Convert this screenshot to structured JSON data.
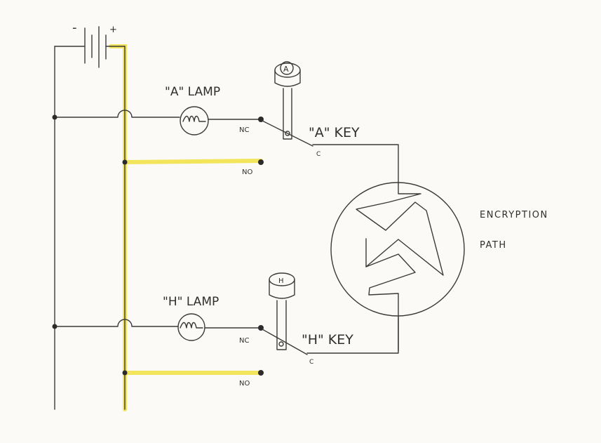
{
  "battery": {
    "neg_label": "-",
    "pos_label": "+"
  },
  "lamp_a": {
    "label": "\"A\" LAMP"
  },
  "lamp_h": {
    "label": "\"H\" LAMP"
  },
  "key_a": {
    "label": "\"A\" KEY",
    "cap": "A",
    "nc": "NC",
    "no": "NO",
    "c": "C"
  },
  "key_h": {
    "label": "\"H\" KEY",
    "cap": "H",
    "nc": "NC",
    "no": "NO",
    "c": "C"
  },
  "encryption": {
    "line1": "ENCRYPTION",
    "line2": "PATH"
  },
  "colors": {
    "ink": "#3a3a3a",
    "highlight": "#f2e24a",
    "paper": "#fbfaf6"
  }
}
